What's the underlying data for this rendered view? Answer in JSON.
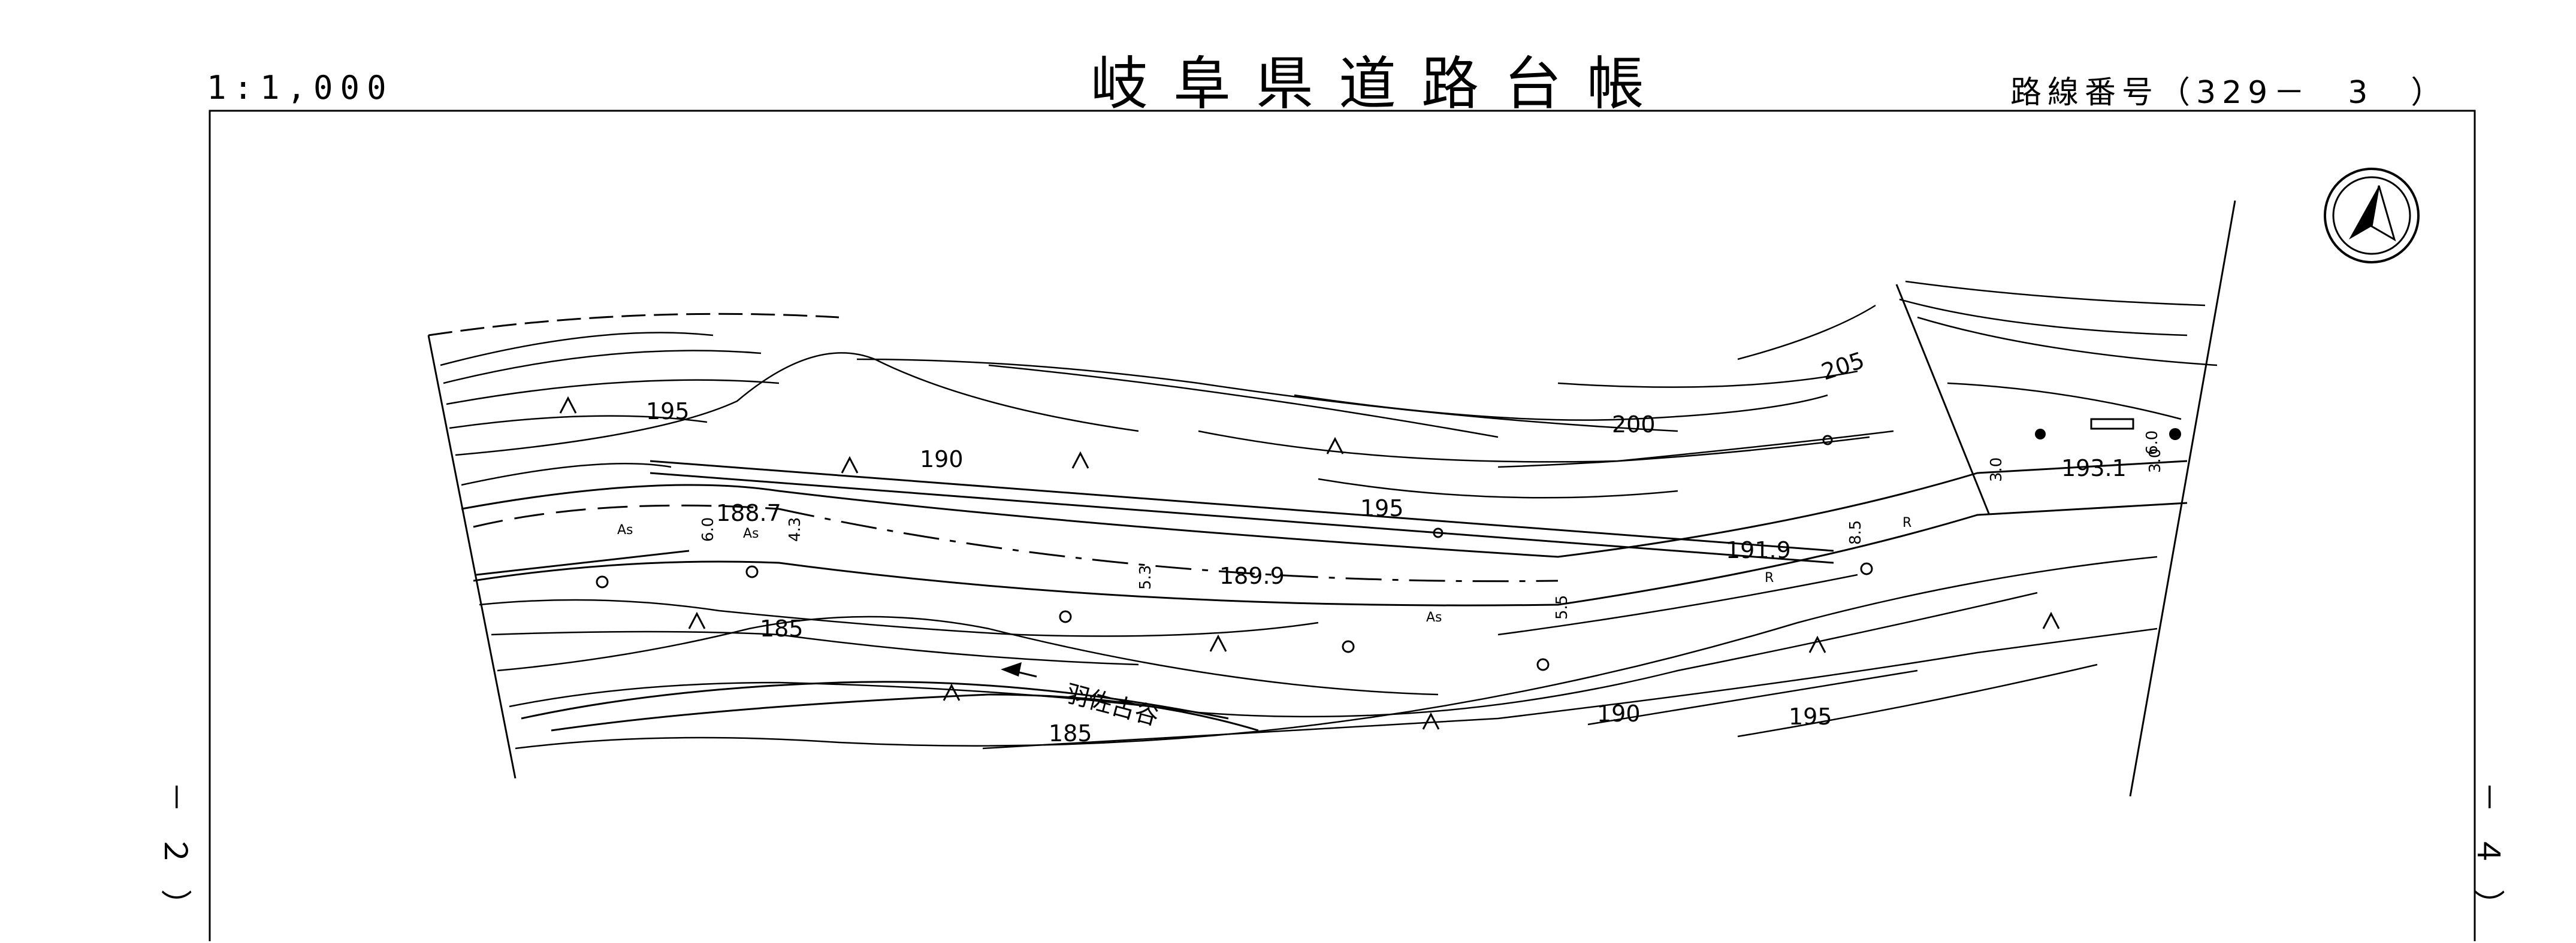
{
  "sheet": {
    "scale": "1:1,000",
    "title": "岐阜県道路台帳",
    "route_number": "路線番号（329－　3　）",
    "left_sheet_ref": "－２）",
    "right_sheet_ref": "－４）"
  },
  "map": {
    "north_arrow": "north-arrow-icon",
    "elevation_labels": [
      "195",
      "190",
      "195",
      "200",
      "205",
      "185",
      "185",
      "190",
      "195"
    ],
    "spot_heights": [
      "188.7",
      "189.9",
      "191.9",
      "193.1"
    ],
    "road_widths": [
      "6.0",
      "4.3",
      "5.3",
      "5.5",
      "8.5",
      "3.0",
      "3.0",
      "6.0"
    ],
    "river_name": "羽佐古谷",
    "surface_labels": [
      "As",
      "As",
      "As",
      "R",
      "R"
    ]
  }
}
